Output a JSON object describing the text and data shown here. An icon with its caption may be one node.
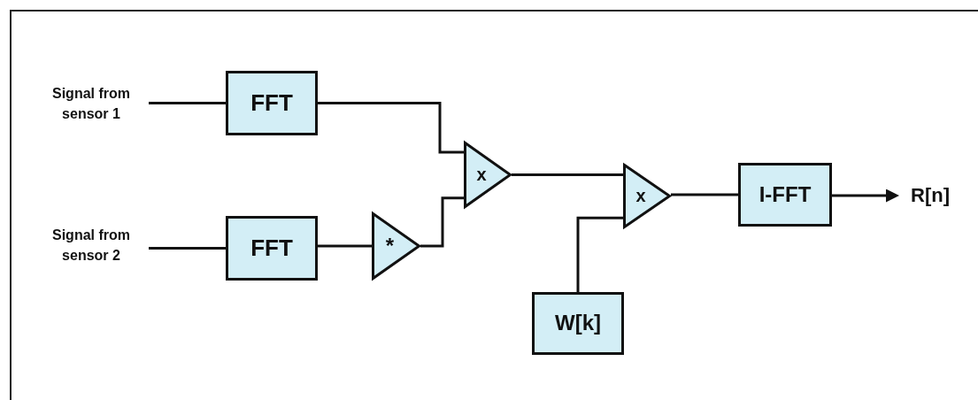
{
  "diagram": {
    "nodes": [
      {
        "text": [
          "Signal from sensor 1"
        ]
      },
      {
        "text": [
          "Signal from sensor 2"
        ]
      },
      {
        "text": [
          "FFT"
        ]
      },
      {
        "text": [
          "FFT"
        ]
      },
      {
        "text": [
          "*"
        ]
      },
      {
        "text": [
          "x"
        ]
      },
      {
        "text": [
          "x"
        ]
      },
      {
        "text": [
          "I-FFT"
        ]
      },
      {
        "text": [
          "W[k]"
        ]
      },
      {
        "text": [
          "R[n]"
        ]
      }
    ],
    "edges": [
      {
        "from": 0,
        "to": 2,
        "arrow": "none"
      },
      {
        "from": 2,
        "to": 5,
        "arrow": "none"
      },
      {
        "from": 1,
        "to": 3,
        "arrow": "none"
      },
      {
        "from": 3,
        "to": 4,
        "arrow": "none"
      },
      {
        "from": 4,
        "to": 5,
        "arrow": "none"
      },
      {
        "from": 5,
        "to": 6,
        "arrow": "none"
      },
      {
        "from": 8,
        "to": 6,
        "arrow": "none"
      },
      {
        "from": 6,
        "to": 7,
        "arrow": "none"
      },
      {
        "from": 7,
        "to": 9,
        "arrow": "to"
      }
    ]
  }
}
